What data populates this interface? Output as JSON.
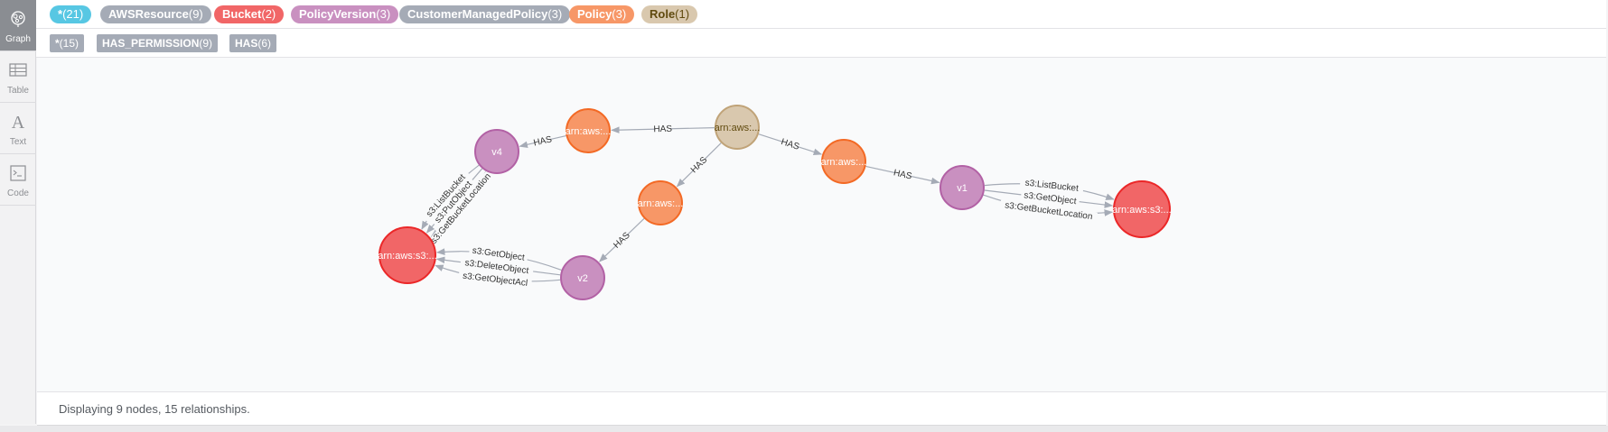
{
  "sidebar": {
    "items": [
      {
        "label": "Graph",
        "icon": "graph-icon",
        "active": true
      },
      {
        "label": "Table",
        "icon": "table-icon",
        "active": false
      },
      {
        "label": "Text",
        "icon": "text-icon",
        "active": false
      },
      {
        "label": "Code",
        "icon": "code-icon",
        "active": false
      }
    ]
  },
  "node_labels": [
    {
      "name": "*",
      "count": "(21)",
      "color": "#57c7e3"
    },
    {
      "name": "AWSResource",
      "count": "(9)",
      "color": "#a5abb6"
    },
    {
      "name": "Bucket",
      "count": "(2)",
      "color": "#f16667"
    },
    {
      "name": "PolicyVersion",
      "count": "(3)",
      "color": "#c990c0"
    },
    {
      "name": "CustomerManagedPolicy",
      "count": "(3)",
      "color": "#a5abb6"
    },
    {
      "name": "Policy",
      "count": "(3)",
      "color": "#f79767"
    },
    {
      "name": "Role",
      "count": "(1)",
      "color": "#d9c8ae"
    }
  ],
  "relationship_types": [
    {
      "name": "*",
      "count": "(15)"
    },
    {
      "name": "HAS_PERMISSION",
      "count": "(9)"
    },
    {
      "name": "HAS",
      "count": "(6)"
    }
  ],
  "graph": {
    "nodes": [
      {
        "id": "role",
        "caption": "arn:aws:...",
        "type": "Role",
        "fill": "#d9c8ae",
        "stroke": "#c0a378",
        "text": "#604a0e"
      },
      {
        "id": "p1",
        "caption": "arn:aws:...",
        "type": "Policy",
        "fill": "#f79767",
        "stroke": "#f36924",
        "text": "#ffffff"
      },
      {
        "id": "p2",
        "caption": "arn:aws:...",
        "type": "Policy",
        "fill": "#f79767",
        "stroke": "#f36924",
        "text": "#ffffff"
      },
      {
        "id": "p3",
        "caption": "arn:aws:...",
        "type": "Policy",
        "fill": "#f79767",
        "stroke": "#f36924",
        "text": "#ffffff"
      },
      {
        "id": "v4",
        "caption": "v4",
        "type": "PolicyVersion",
        "fill": "#c990c0",
        "stroke": "#b261a5",
        "text": "#ffffff"
      },
      {
        "id": "v2",
        "caption": "v2",
        "type": "PolicyVersion",
        "fill": "#c990c0",
        "stroke": "#b261a5",
        "text": "#ffffff"
      },
      {
        "id": "v1",
        "caption": "v1",
        "type": "PolicyVersion",
        "fill": "#c990c0",
        "stroke": "#b261a5",
        "text": "#ffffff"
      },
      {
        "id": "b1",
        "caption": "arn:aws:s3:...",
        "type": "Bucket",
        "fill": "#f16667",
        "stroke": "#eb2728",
        "text": "#ffffff"
      },
      {
        "id": "b2",
        "caption": "arn:aws:s3:...",
        "type": "Bucket",
        "fill": "#f16667",
        "stroke": "#eb2728",
        "text": "#ffffff"
      }
    ],
    "edges": [
      {
        "from": "role",
        "to": "p1",
        "label": "HAS"
      },
      {
        "from": "role",
        "to": "p2",
        "label": "HAS"
      },
      {
        "from": "role",
        "to": "p3",
        "label": "HAS"
      },
      {
        "from": "p1",
        "to": "v4",
        "label": "HAS"
      },
      {
        "from": "p2",
        "to": "v2",
        "label": "HAS"
      },
      {
        "from": "p3",
        "to": "v1",
        "label": "HAS"
      },
      {
        "from": "v4",
        "to": "b1",
        "label": "s3:GetBucketLocation"
      },
      {
        "from": "v4",
        "to": "b1",
        "label": "s3:PutObject"
      },
      {
        "from": "v4",
        "to": "b1",
        "label": "s3:ListBucket"
      },
      {
        "from": "v2",
        "to": "b1",
        "label": "s3:GetObjectAcl"
      },
      {
        "from": "v2",
        "to": "b1",
        "label": "s3:DeleteObject"
      },
      {
        "from": "v2",
        "to": "b1",
        "label": "s3:GetObject"
      },
      {
        "from": "v1",
        "to": "b2",
        "label": "s3:ListBucket"
      },
      {
        "from": "v1",
        "to": "b2",
        "label": "s3:GetObject"
      },
      {
        "from": "v1",
        "to": "b2",
        "label": "s3:GetBucketLocation"
      }
    ]
  },
  "status": {
    "text": "Displaying 9 nodes, 15 relationships."
  }
}
